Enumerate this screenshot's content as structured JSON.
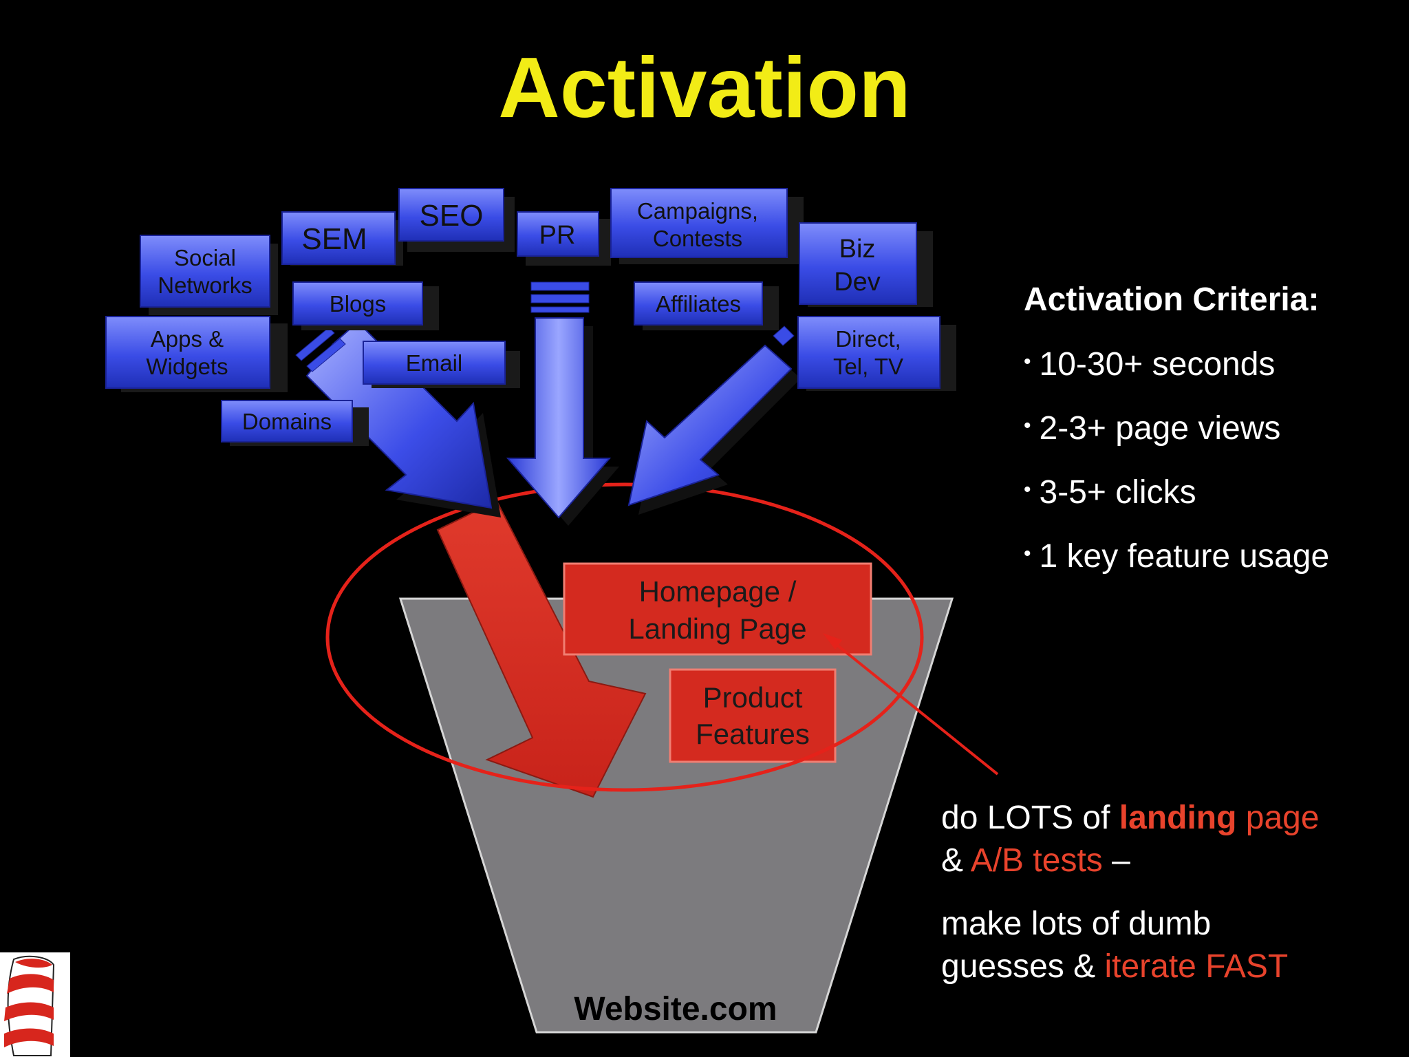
{
  "title": "Activation",
  "sources": {
    "social_networks": [
      "Social",
      "Networks"
    ],
    "sem": "SEM",
    "seo": "SEO",
    "pr": "PR",
    "campaigns": [
      "Campaigns,",
      "Contests"
    ],
    "biz_dev": [
      "Biz",
      "Dev"
    ],
    "blogs": "Blogs",
    "affiliates": "Affiliates",
    "apps_widgets": [
      "Apps &",
      "Widgets"
    ],
    "email": "Email",
    "direct": [
      "Direct,",
      "Tel, TV"
    ],
    "domains": "Domains"
  },
  "funnel": {
    "homepage": [
      "Homepage /",
      "Landing Page"
    ],
    "product_features": [
      "Product",
      "Features"
    ],
    "website": "Website.com"
  },
  "criteria": {
    "heading": "Activation Criteria:",
    "items": [
      "10-30+ seconds",
      "2-3+ page views",
      "3-5+ clicks",
      "1 key feature usage"
    ]
  },
  "note": {
    "line1_a": "do LOTS of ",
    "line1_b": "landing",
    "line1_c": " page",
    "line2_a": "& ",
    "line2_b": "A/B tests",
    "line2_c": " –",
    "line3": "make lots of dumb",
    "line4_a": "guesses & ",
    "line4_b": "iterate FAST"
  },
  "logo": "cat-in-the-hat-icon",
  "colors": {
    "background": "#000000",
    "title": "#f2ec16",
    "source_box": "#2f40d8",
    "highlight": "#e8432c",
    "funnel": "#7c7b7e",
    "flow_arrow": "#d92a1e"
  }
}
